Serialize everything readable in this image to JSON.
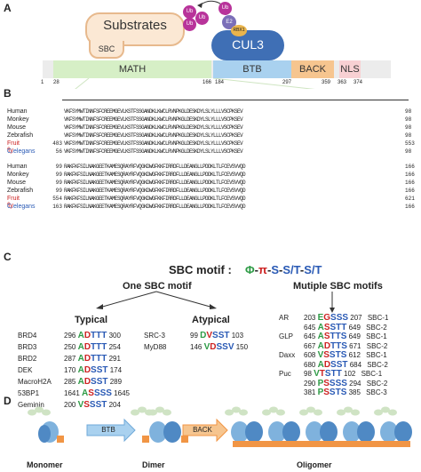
{
  "panels": {
    "a": "A",
    "b": "B",
    "c": "C",
    "d": "D"
  },
  "panel_a": {
    "substrates": "Substrates",
    "sbc": "SBC",
    "ub": "Ub",
    "e2": "E2",
    "rbx1": "RBX1",
    "cul3": "CUL3",
    "domains": [
      {
        "label": "MATH",
        "color": "#d6efc6"
      },
      {
        "label": "BTB",
        "color": "#a9d1ef"
      },
      {
        "label": "BACK",
        "color": "#f6c58f"
      },
      {
        "label": "NLS",
        "color": "#f8d0d3"
      }
    ],
    "positions": [
      "1",
      "28",
      "166",
      "184",
      "297",
      "359",
      "363",
      "374"
    ]
  },
  "panel_b": {
    "block1": [
      {
        "species": "Human",
        "start": "",
        "seq": "VKFSYMWTINNFSFCREEMGEVLKSTFSSGANDKLKWCLRVNPKGLDESKDYLSLYLLLVSCPKSEV",
        "end": "98",
        "color": ""
      },
      {
        "species": "Monkey",
        "start": "",
        "seq": "VKFSYMWTINNFSFCREEMGEVLKSTFSSGANDKLKWCLRVNPKGLDESKDYLSLYLLLVSCPKSEV",
        "end": "98",
        "color": ""
      },
      {
        "species": "Mouse",
        "start": "",
        "seq": "VKFSYMWTINNFSFCREEMGEVLKSTFSSGANDKLKWCLRVNPKGLDESKDYLSLYLLLVSCPKSEV",
        "end": "98",
        "color": ""
      },
      {
        "species": "Zebrafish",
        "start": "",
        "seq": "VKFSYMWTINNFSFCREEMGEVLKSTFSSGANDKLKWCLRVNPKGLDESKDYLSLYLLLVSCPKSEV",
        "end": "98",
        "color": ""
      },
      {
        "species": "Fruit fly",
        "start": "483",
        "seq": "VKFSYMWTINNFSFCREEMGEVLKSTFSSGANDKLKWCLRVNPKGLDESKDYLSLYLLLVSCPKSEV",
        "end": "553",
        "color": "red"
      },
      {
        "species": "C.elegans",
        "start": "56",
        "seq": "VKFSYMWTINNFSFCREEMGEVLKSTFSSGANDKLKWCLRVNPKGLDESKDYLSLYLLLVSCPKSEV",
        "end": "98",
        "color": "blue"
      }
    ],
    "block2": [
      {
        "species": "Human",
        "start": "99",
        "seq": "RAKFKFSILNAKGEETKAMESQRAYRFVQGKDWGFKKFIRRDFLLDEANGLLPDDKLTLFCEVSVVQD",
        "end": "166",
        "color": ""
      },
      {
        "species": "Monkey",
        "start": "99",
        "seq": "RAKFKFSILNAKGEETKAMESQRAYRFVQGKDWGFKKFIRRDFLLDEANGLLPDDKLTLFCEVSVVQD",
        "end": "166",
        "color": ""
      },
      {
        "species": "Mouse",
        "start": "99",
        "seq": "RAKFKFSILNAKGEETKAMESQRAYRFVQGKDWGFKKFIRRDFLLDEANGLLPDDKLTLFCEVSVVQD",
        "end": "166",
        "color": ""
      },
      {
        "species": "Zebrafish",
        "start": "99",
        "seq": "RAKFKFSILNAKGEETKAMESQRAYRFVQGKDWGFKKFIRRDFLLDEANGLLPDDKLTLFCEVSVVQD",
        "end": "166",
        "color": ""
      },
      {
        "species": "Fruit fly",
        "start": "554",
        "seq": "RAKFKFSILNAKGEETKAMESQRAYRFVQGKDWGFKKFIRRDFLLDEANGLLPDDKLTLFCEVSVVQD",
        "end": "621",
        "color": "red"
      },
      {
        "species": "C.elegans",
        "start": "163",
        "seq": "RAKFKFSILNAKGEETKAMESQRAYRFVQGKDWGFKKFIRRDFLLDEANGLLPDDKLTLFCEVSVVQD",
        "end": "166",
        "color": "blue"
      }
    ]
  },
  "panel_c": {
    "title": "SBC motif :",
    "motif": [
      {
        "t": "Φ",
        "c": "g"
      },
      {
        "t": "-",
        "c": ""
      },
      {
        "t": "π",
        "c": "r"
      },
      {
        "t": "-",
        "c": ""
      },
      {
        "t": "S",
        "c": "b"
      },
      {
        "t": "-",
        "c": ""
      },
      {
        "t": "S/T",
        "c": "b"
      },
      {
        "t": "-",
        "c": ""
      },
      {
        "t": "S/T",
        "c": "b"
      }
    ],
    "one_sbc": "One SBC motif",
    "multiple_sbc": "Mutiple SBC motifs",
    "typical": "Typical",
    "atypical": "Atypical",
    "typical_rows": [
      {
        "name": "BRD4",
        "start": "296",
        "motif": [
          [
            "A",
            "g"
          ],
          [
            "D",
            "r"
          ],
          [
            "T",
            "b"
          ],
          [
            "T",
            "b"
          ],
          [
            "T",
            "b"
          ]
        ],
        "end": "300"
      },
      {
        "name": "BRD3",
        "start": "250",
        "motif": [
          [
            "A",
            "g"
          ],
          [
            "D",
            "r"
          ],
          [
            "T",
            "b"
          ],
          [
            "T",
            "b"
          ],
          [
            "T",
            "b"
          ]
        ],
        "end": "254"
      },
      {
        "name": "BRD2",
        "start": "287",
        "motif": [
          [
            "A",
            "g"
          ],
          [
            "D",
            "r"
          ],
          [
            "T",
            "b"
          ],
          [
            "T",
            "b"
          ],
          [
            "T",
            "b"
          ]
        ],
        "end": "291"
      },
      {
        "name": "DEK",
        "start": "170",
        "motif": [
          [
            "A",
            "g"
          ],
          [
            "D",
            "r"
          ],
          [
            "S",
            "b"
          ],
          [
            "S",
            "b"
          ],
          [
            "T",
            "b"
          ]
        ],
        "end": "174"
      },
      {
        "name": "MacroH2A",
        "start": "285",
        "motif": [
          [
            "A",
            "g"
          ],
          [
            "D",
            "r"
          ],
          [
            "S",
            "b"
          ],
          [
            "S",
            "b"
          ],
          [
            "T",
            "b"
          ]
        ],
        "end": "289"
      },
      {
        "name": "53BP1",
        "start": "1641",
        "motif": [
          [
            "A",
            "g"
          ],
          [
            "S",
            "r"
          ],
          [
            "S",
            "b"
          ],
          [
            "S",
            "b"
          ],
          [
            "S",
            "b"
          ]
        ],
        "end": "1645"
      },
      {
        "name": "Geminin",
        "start": "200",
        "motif": [
          [
            "V",
            "g"
          ],
          [
            "S",
            "r"
          ],
          [
            "S",
            "b"
          ],
          [
            "S",
            "b"
          ],
          [
            "T",
            "b"
          ]
        ],
        "end": "204"
      }
    ],
    "atypical_rows": [
      {
        "name": "SRC-3",
        "start": "99",
        "motif": [
          [
            "D",
            "g"
          ],
          [
            "V",
            "r"
          ],
          [
            "S",
            "b"
          ],
          [
            "S",
            "b"
          ],
          [
            "T",
            "b"
          ]
        ],
        "end": "103"
      },
      {
        "name": "MyD88",
        "start": "146",
        "motif": [
          [
            "V",
            "g"
          ],
          [
            "D",
            "r"
          ],
          [
            "S",
            "b"
          ],
          [
            "S",
            "b"
          ],
          [
            "V",
            "b"
          ]
        ],
        "end": "150"
      }
    ],
    "multi_rows": [
      {
        "name": "AR",
        "start": "203",
        "motif": [
          [
            "E",
            "g"
          ],
          [
            "G",
            "r"
          ],
          [
            "S",
            "b"
          ],
          [
            "S",
            "b"
          ],
          [
            "S",
            "b"
          ]
        ],
        "end": "207",
        "sbc": "SBC-1"
      },
      {
        "name": "",
        "start": "645",
        "motif": [
          [
            "A",
            "g"
          ],
          [
            "S",
            "r"
          ],
          [
            "S",
            "b"
          ],
          [
            "T",
            "b"
          ],
          [
            "T",
            "b"
          ]
        ],
        "end": "649",
        "sbc": "SBC-2"
      },
      {
        "name": "GLP",
        "start": "645",
        "motif": [
          [
            "A",
            "g"
          ],
          [
            "S",
            "r"
          ],
          [
            "T",
            "b"
          ],
          [
            "T",
            "b"
          ],
          [
            "S",
            "b"
          ]
        ],
        "end": "649",
        "sbc": "SBC-1"
      },
      {
        "name": "",
        "start": "667",
        "motif": [
          [
            "A",
            "g"
          ],
          [
            "D",
            "r"
          ],
          [
            "T",
            "b"
          ],
          [
            "T",
            "b"
          ],
          [
            "S",
            "b"
          ]
        ],
        "end": "671",
        "sbc": "SBC-2"
      },
      {
        "name": "Daxx",
        "start": "608",
        "motif": [
          [
            "V",
            "g"
          ],
          [
            "S",
            "r"
          ],
          [
            "S",
            "b"
          ],
          [
            "T",
            "b"
          ],
          [
            "S",
            "b"
          ]
        ],
        "end": "612",
        "sbc": "SBC-1"
      },
      {
        "name": "",
        "start": "680",
        "motif": [
          [
            "A",
            "g"
          ],
          [
            "D",
            "r"
          ],
          [
            "S",
            "b"
          ],
          [
            "S",
            "b"
          ],
          [
            "T",
            "b"
          ]
        ],
        "end": "684",
        "sbc": "SBC-2"
      },
      {
        "name": "Puc",
        "start": "98",
        "motif": [
          [
            "V",
            "g"
          ],
          [
            "T",
            "r"
          ],
          [
            "S",
            "b"
          ],
          [
            "T",
            "b"
          ],
          [
            "T",
            "b"
          ]
        ],
        "end": "102",
        "sbc": "SBC-1"
      },
      {
        "name": "",
        "start": "290",
        "motif": [
          [
            "P",
            "g"
          ],
          [
            "S",
            "r"
          ],
          [
            "S",
            "b"
          ],
          [
            "S",
            "b"
          ],
          [
            "S",
            "b"
          ]
        ],
        "end": "294",
        "sbc": "SBC-2"
      },
      {
        "name": "",
        "start": "381",
        "motif": [
          [
            "P",
            "g"
          ],
          [
            "S",
            "r"
          ],
          [
            "S",
            "b"
          ],
          [
            "T",
            "b"
          ],
          [
            "S",
            "b"
          ]
        ],
        "end": "385",
        "sbc": "SBC-3"
      }
    ]
  },
  "panel_d": {
    "btb": "BTB",
    "back": "BACK",
    "monomer": "Monomer",
    "dimer": "Dimer",
    "oligomer": "Oligomer"
  },
  "colors": {
    "green": "#2e9b46",
    "red": "#cc2222",
    "blue": "#2a5ab5",
    "btb": "#6fa9d8",
    "back": "#f19545"
  }
}
